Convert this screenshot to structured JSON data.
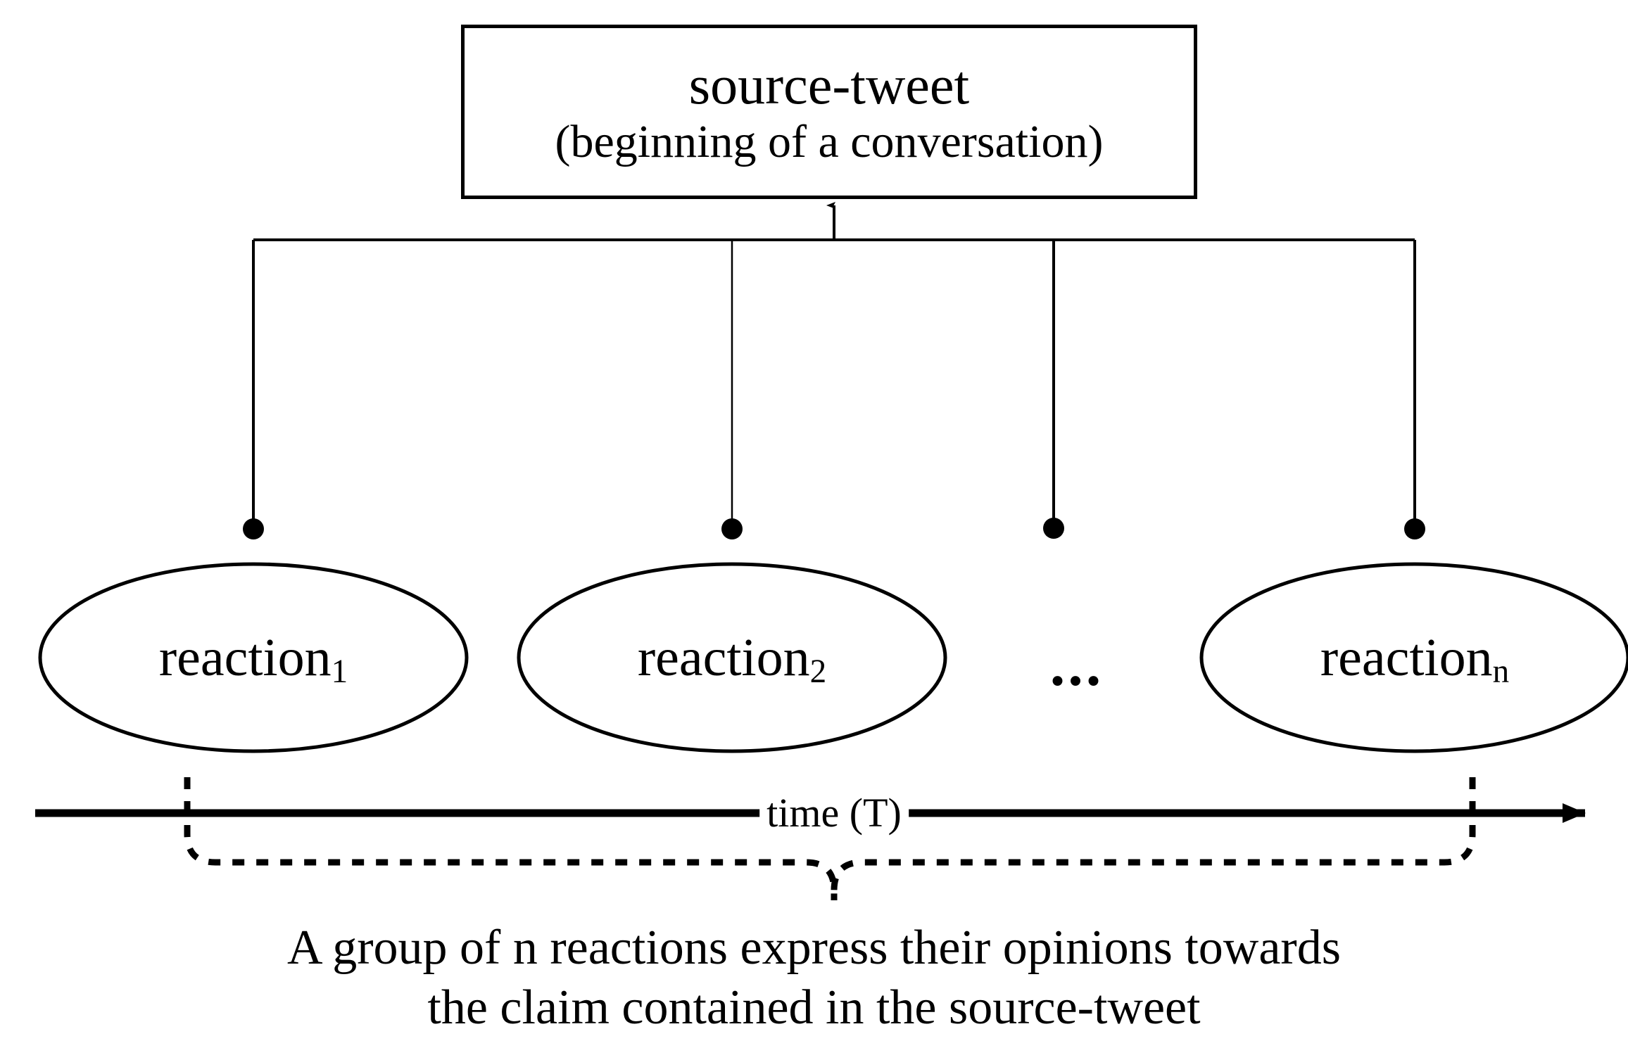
{
  "diagram": {
    "source_box": {
      "title": "source-tweet",
      "subtitle": "(beginning of a conversation)"
    },
    "nodes": [
      {
        "name": "reaction",
        "subscript": "1"
      },
      {
        "name": "reaction",
        "subscript": "2"
      },
      {
        "name": "reaction",
        "subscript": "n"
      }
    ],
    "ellipsis": "...",
    "axis": {
      "label": "time (T)"
    },
    "caption": {
      "line1": "A group of n reactions express their opinions towards",
      "line2": "the claim contained in the source-tweet"
    },
    "colors": {
      "stroke": "#000000",
      "background": "#ffffff"
    }
  }
}
